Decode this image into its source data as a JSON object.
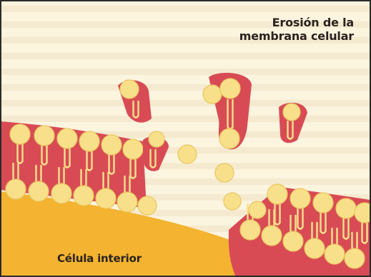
{
  "title": {
    "line1": "Erosión de la",
    "line2": "membrana celular"
  },
  "interior_label": "Célula interior",
  "colors": {
    "background": "#fbf4df",
    "stripe": "#f2e3c4",
    "membrane": "#d84b55",
    "lipid_head": "#f8e08a",
    "lipid_head_edge": "#e9c65f",
    "cell_interior": "#f4b330",
    "frame": "#2b2b2b"
  }
}
